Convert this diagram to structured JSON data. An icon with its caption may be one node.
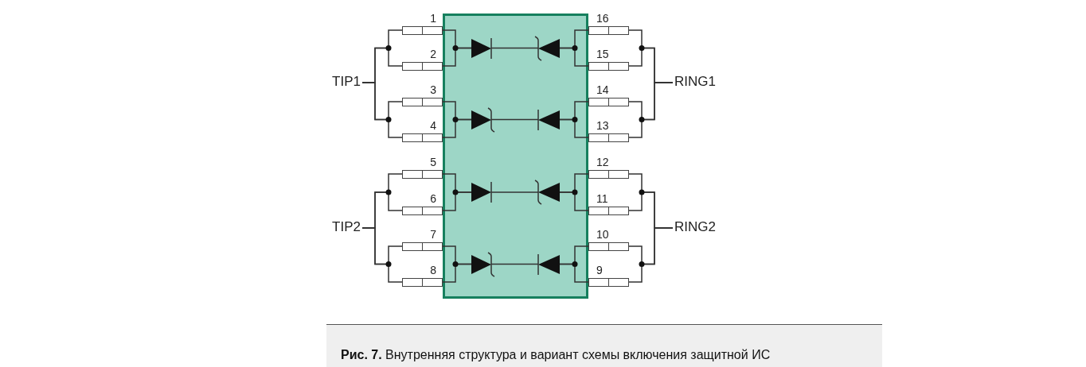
{
  "diagram": {
    "caption": "**Рис. 7.** Внутренняя структура и вариант схемы включения защитной ИС",
    "nodes": [
      {
        "text": [],
        "shape": "box"
      },
      {
        "text": [],
        "shape": "box"
      },
      {
        "text": [],
        "shape": "box"
      },
      {
        "text": [],
        "shape": "box"
      },
      {
        "text": [],
        "shape": "box"
      },
      {
        "text": [],
        "shape": "box"
      },
      {
        "text": [],
        "shape": "box"
      },
      {
        "text": [],
        "shape": "box"
      },
      {
        "text": [],
        "shape": "box"
      },
      {
        "text": [],
        "shape": "box"
      },
      {
        "text": [],
        "shape": "box"
      },
      {
        "text": [],
        "shape": "box"
      },
      {
        "text": [],
        "shape": "box"
      },
      {
        "text": [],
        "shape": "box"
      },
      {
        "text": [],
        "shape": "box"
      },
      {
        "text": [],
        "shape": "box"
      },
      {
        "text": [],
        "shape": "box"
      },
      {
        "text": [
          "TIP1"
        ]
      },
      {
        "text": [
          "RING1"
        ]
      },
      {
        "text": [
          "TIP2"
        ]
      },
      {
        "text": [
          "RING2"
        ]
      },
      {
        "text": [],
        "shape": "diode",
        "in": 0
      },
      {
        "text": [],
        "shape": "diode",
        "in": 0
      },
      {
        "text": [],
        "shape": "diode",
        "in": 0
      },
      {
        "text": [],
        "shape": "diode",
        "in": 0
      },
      {
        "text": [],
        "shape": "diode",
        "in": 0
      },
      {
        "text": [],
        "shape": "diode",
        "in": 0
      },
      {
        "text": [],
        "shape": "diode",
        "in": 0
      },
      {
        "text": [],
        "shape": "diode",
        "in": 0
      }
    ],
    "edges": [
      {
        "from": 17,
        "to": 1,
        "arrow": "none"
      },
      {
        "from": 17,
        "to": 2,
        "arrow": "none"
      },
      {
        "from": 17,
        "to": 3,
        "arrow": "none"
      },
      {
        "from": 17,
        "to": 4,
        "arrow": "none"
      },
      {
        "from": 18,
        "to": 9,
        "arrow": "none"
      },
      {
        "from": 18,
        "to": 10,
        "arrow": "none"
      },
      {
        "from": 18,
        "to": 11,
        "arrow": "none"
      },
      {
        "from": 18,
        "to": 12,
        "arrow": "none"
      },
      {
        "from": 19,
        "to": 5,
        "arrow": "none"
      },
      {
        "from": 19,
        "to": 6,
        "arrow": "none"
      },
      {
        "from": 19,
        "to": 7,
        "arrow": "none"
      },
      {
        "from": 19,
        "to": 8,
        "arrow": "none"
      },
      {
        "from": 20,
        "to": 13,
        "arrow": "none"
      },
      {
        "from": 20,
        "to": 14,
        "arrow": "none"
      },
      {
        "from": 20,
        "to": 15,
        "arrow": "none"
      },
      {
        "from": 20,
        "to": 16,
        "arrow": "none"
      },
      {
        "from": 1,
        "to": 21,
        "arrow": "none"
      },
      {
        "from": 2,
        "to": 21,
        "arrow": "none"
      },
      {
        "from": 21,
        "to": 22,
        "arrow": "none"
      },
      {
        "from": 9,
        "to": 22,
        "arrow": "none"
      },
      {
        "from": 10,
        "to": 22,
        "arrow": "none"
      },
      {
        "from": 3,
        "to": 23,
        "arrow": "none"
      },
      {
        "from": 4,
        "to": 23,
        "arrow": "none"
      },
      {
        "from": 23,
        "to": 24,
        "arrow": "none"
      },
      {
        "from": 11,
        "to": 24,
        "arrow": "none"
      },
      {
        "from": 12,
        "to": 24,
        "arrow": "none"
      },
      {
        "from": 5,
        "to": 25,
        "arrow": "none"
      },
      {
        "from": 6,
        "to": 25,
        "arrow": "none"
      },
      {
        "from": 25,
        "to": 26,
        "arrow": "none"
      },
      {
        "from": 13,
        "to": 26,
        "arrow": "none"
      },
      {
        "from": 14,
        "to": 26,
        "arrow": "none"
      },
      {
        "from": 7,
        "to": 27,
        "arrow": "none"
      },
      {
        "from": 8,
        "to": 27,
        "arrow": "none"
      },
      {
        "from": 27,
        "to": 28,
        "arrow": "none"
      },
      {
        "from": 15,
        "to": 28,
        "arrow": "none"
      },
      {
        "from": 16,
        "to": 28,
        "arrow": "none"
      }
    ],
    "labels": [
      "1",
      "16",
      "2",
      "15",
      "3",
      "14",
      "4",
      "13",
      "5",
      "12",
      "6",
      "11",
      "7",
      "10",
      "8",
      "9"
    ]
  }
}
